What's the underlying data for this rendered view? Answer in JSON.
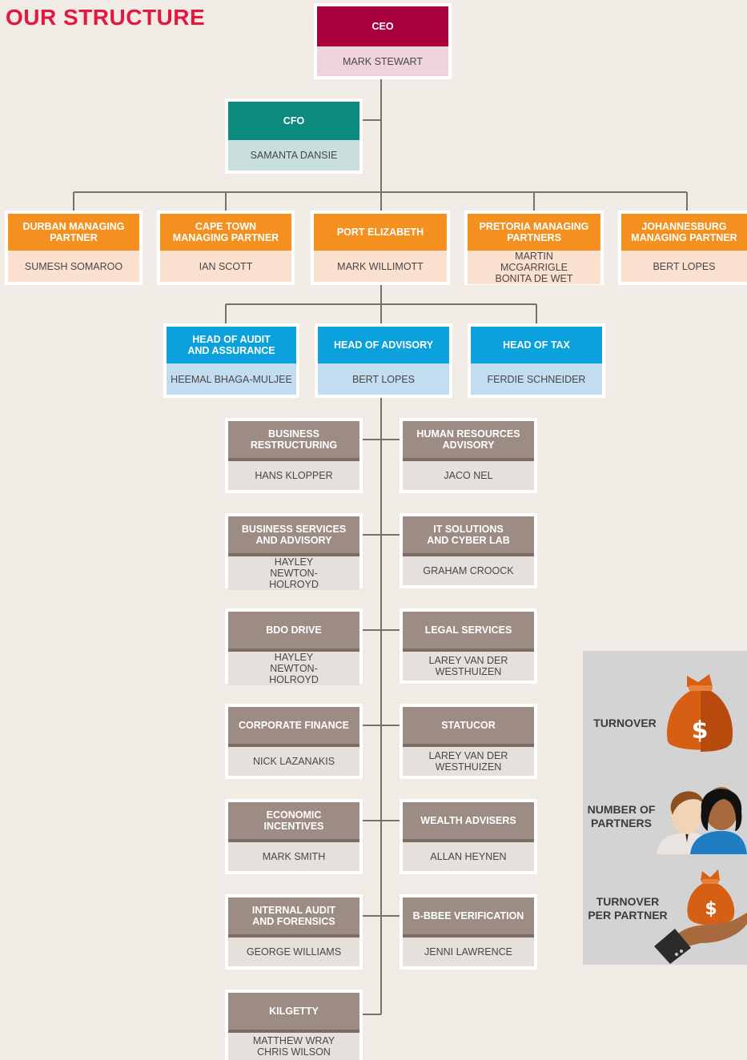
{
  "title": "OUR STRUCTURE",
  "ceo": {
    "role": "CEO",
    "name": "MARK STEWART"
  },
  "cfo": {
    "role": "CFO",
    "name": "SAMANTA DANSIE"
  },
  "offices": [
    {
      "role": "DURBAN MANAGING PARTNER",
      "name": "SUMESH SOMAROO"
    },
    {
      "role": "CAPE TOWN MANAGING PARTNER",
      "name": "IAN SCOTT"
    },
    {
      "role": "PORT ELIZABETH",
      "name": "MARK WILLIMOTT"
    },
    {
      "role": "PRETORIA MANAGING PARTNERS",
      "name": "MARTIN MCGARRIGLE BONITA DE WET"
    },
    {
      "role": "JOHANNESBURG MANAGING PARTNER",
      "name": "BERT LOPES"
    }
  ],
  "heads": [
    {
      "role": "HEAD OF AUDIT AND ASSURANCE",
      "name": "HEEMAL BHAGA-MULJEE"
    },
    {
      "role": "HEAD OF ADVISORY",
      "name": "BERT LOPES"
    },
    {
      "role": "HEAD OF TAX",
      "name": "FERDIE SCHNEIDER"
    }
  ],
  "advisory_left": [
    {
      "role": "BUSINESS RESTRUCTURING",
      "name": "HANS KLOPPER"
    },
    {
      "role": "BUSINESS SERVICES AND ADVISORY",
      "name": "HAYLEY NEWTON-HOLROYD"
    },
    {
      "role": "BDO DRIVE",
      "name": "HAYLEY NEWTON-HOLROYD"
    },
    {
      "role": "CORPORATE FINANCE",
      "name": "NICK LAZANAKIS"
    },
    {
      "role": "ECONOMIC INCENTIVES",
      "name": "MARK SMITH"
    },
    {
      "role": "INTERNAL AUDIT AND FORENSICS",
      "name": "GEORGE WILLIAMS"
    },
    {
      "role": "KILGETTY",
      "name": "MATTHEW WRAY CHRIS WILSON"
    }
  ],
  "advisory_right": [
    {
      "role": "HUMAN RESOURCES ADVISORY",
      "name": "JACO NEL"
    },
    {
      "role": "IT SOLUTIONS AND CYBER LAB",
      "name": "GRAHAM CROOCK"
    },
    {
      "role": "LEGAL SERVICES",
      "name": "LAREY VAN DER WESTHUIZEN"
    },
    {
      "role": "STATUCOR",
      "name": "LAREY VAN DER WESTHUIZEN"
    },
    {
      "role": "WEALTH ADVISERS",
      "name": "ALLAN HEYNEN"
    },
    {
      "role": "B-BBEE VERIFICATION",
      "name": "JENNI LAWRENCE"
    }
  ],
  "stats": [
    {
      "label": "TURNOVER",
      "icon": "money-bag-icon"
    },
    {
      "label": "NUMBER OF PARTNERS",
      "icon": "partners-icon"
    },
    {
      "label": "TURNOVER PER PARTNER",
      "icon": "money-hand-icon"
    }
  ],
  "colors": {
    "title": "#e4173e",
    "ceo": "#a8003c",
    "cfo": "#0d8a7f",
    "office": "#f39020",
    "head": "#0aa1dd",
    "service": "#9c8c83",
    "background": "#f1ebe6"
  }
}
